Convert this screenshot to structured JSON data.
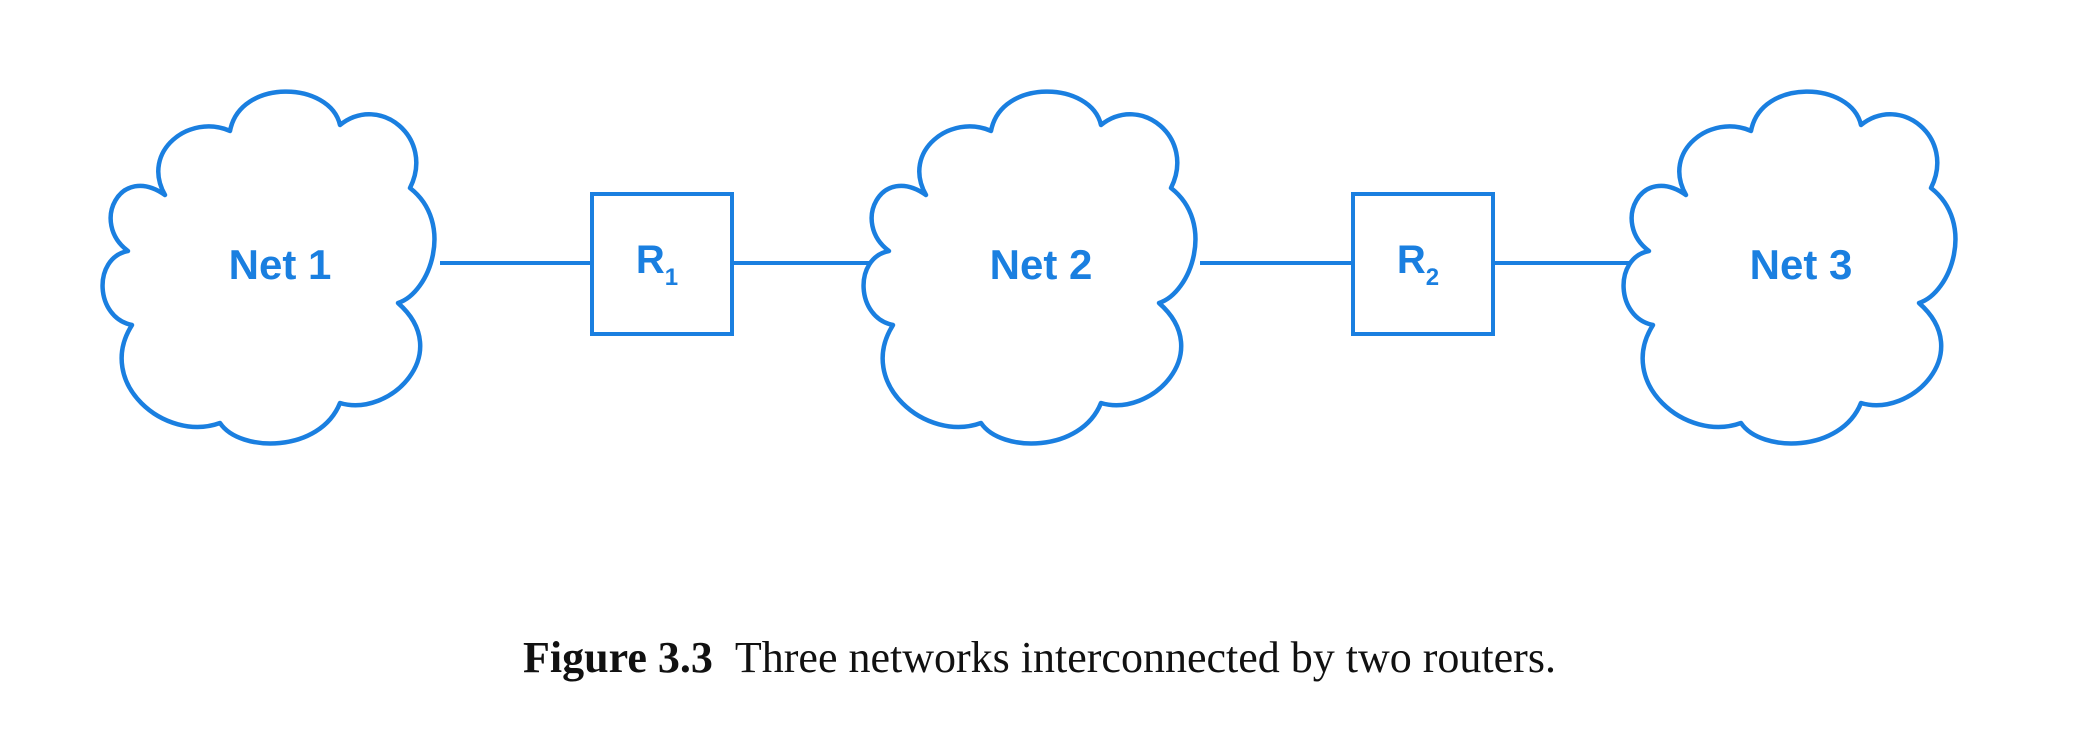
{
  "networks": [
    {
      "id": "net1",
      "label": "Net 1"
    },
    {
      "id": "net2",
      "label": "Net 2"
    },
    {
      "id": "net3",
      "label": "Net 3"
    }
  ],
  "routers": [
    {
      "id": "r1",
      "letter": "R",
      "subscript": "1",
      "connects": [
        "net1",
        "net2"
      ]
    },
    {
      "id": "r2",
      "letter": "R",
      "subscript": "2",
      "connects": [
        "net2",
        "net3"
      ]
    }
  ],
  "caption": {
    "figure_number": "Figure 3.3",
    "text": "Three networks interconnected by two routers."
  },
  "colors": {
    "diagram_blue": "#1a7fe0",
    "caption_text": "#111111",
    "background": "#ffffff"
  }
}
